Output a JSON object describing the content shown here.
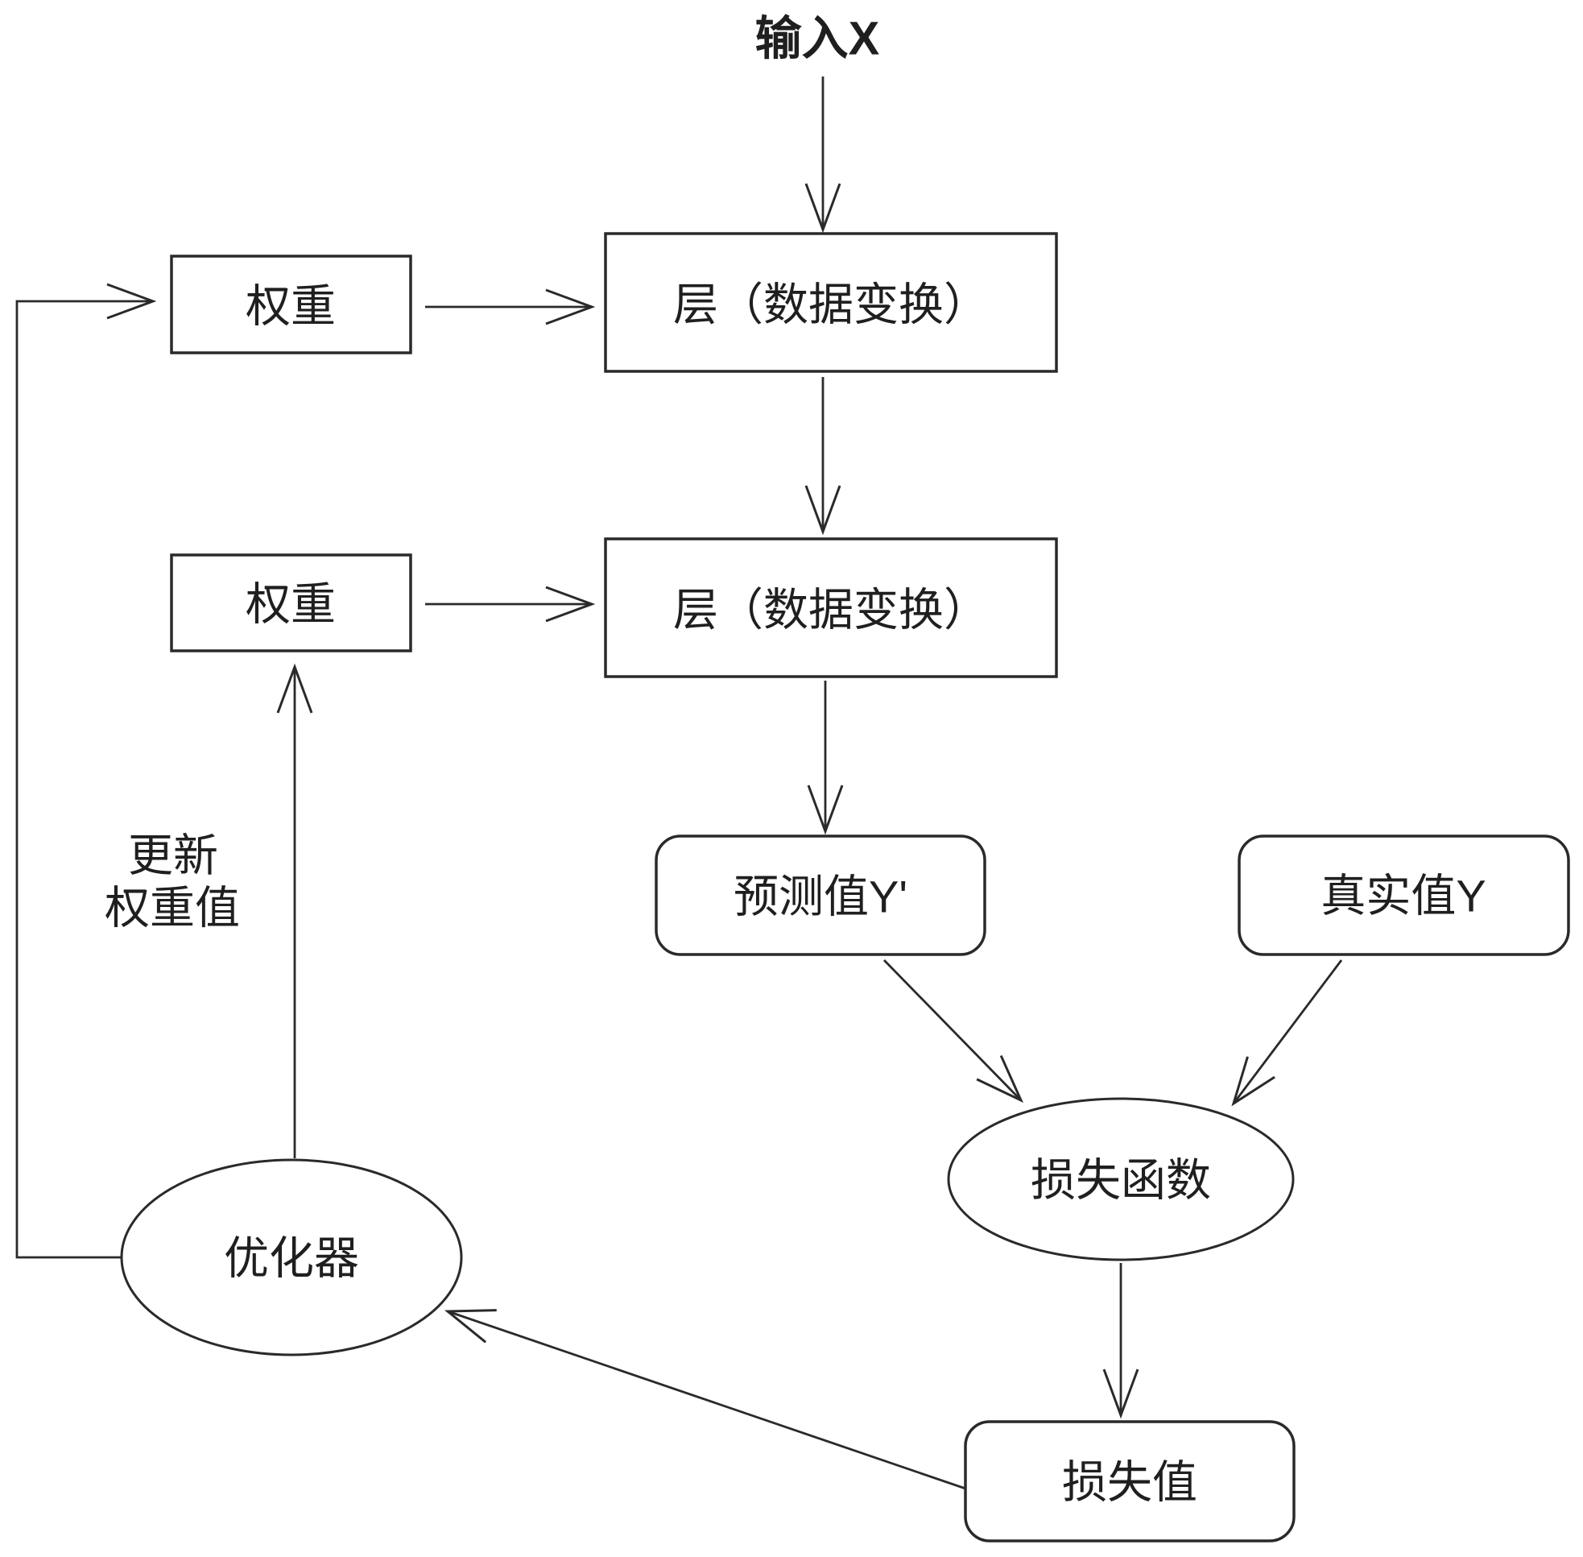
{
  "diagram": {
    "colors": {
      "background": "#ffffff",
      "stroke": "#2a2a2a",
      "text": "#1f1f1f"
    },
    "nodes": {
      "input_x": {
        "label": "输入X"
      },
      "weights1": {
        "label": "权重"
      },
      "layer1": {
        "label": "层（数据变换）"
      },
      "weights2": {
        "label": "权重"
      },
      "layer2": {
        "label": "层（数据变换）"
      },
      "predicted_y": {
        "label": "预测值Y'"
      },
      "true_y": {
        "label": "真实值Y"
      },
      "loss_function": {
        "label": "损失函数"
      },
      "loss_value": {
        "label": "损失值"
      },
      "optimizer": {
        "label": "优化器"
      }
    },
    "annotations": {
      "update_weights": {
        "line1": "更新",
        "line2": "权重值"
      }
    }
  }
}
